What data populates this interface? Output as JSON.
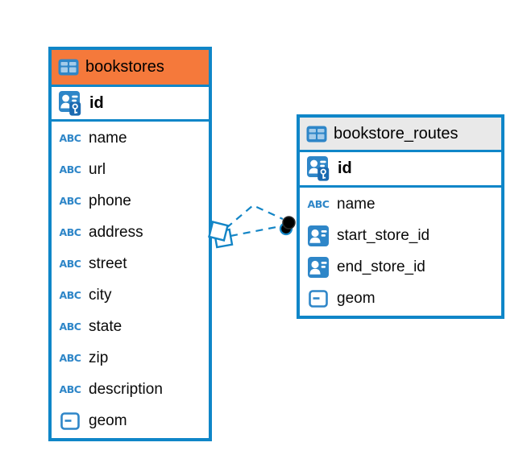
{
  "diagram": {
    "tables": [
      {
        "name": "bookstores",
        "header_color": "#f5793b",
        "primary_key": {
          "name": "id",
          "icon": "primary-key-icon"
        },
        "columns": [
          {
            "name": "name",
            "icon": "text-column-icon"
          },
          {
            "name": "url",
            "icon": "text-column-icon"
          },
          {
            "name": "phone",
            "icon": "text-column-icon"
          },
          {
            "name": "address",
            "icon": "text-column-icon"
          },
          {
            "name": "street",
            "icon": "text-column-icon"
          },
          {
            "name": "city",
            "icon": "text-column-icon"
          },
          {
            "name": "state",
            "icon": "text-column-icon"
          },
          {
            "name": "zip",
            "icon": "text-column-icon"
          },
          {
            "name": "description",
            "icon": "text-column-icon"
          },
          {
            "name": "geom",
            "icon": "geometry-column-icon"
          }
        ]
      },
      {
        "name": "bookstore_routes",
        "header_color": "#e9e9e9",
        "primary_key": {
          "name": "id",
          "icon": "primary-key-icon"
        },
        "columns": [
          {
            "name": "name",
            "icon": "text-column-icon"
          },
          {
            "name": "start_store_id",
            "icon": "reference-column-icon"
          },
          {
            "name": "end_store_id",
            "icon": "reference-column-icon"
          },
          {
            "name": "geom",
            "icon": "geometry-column-icon"
          }
        ]
      }
    ],
    "relationship": {
      "from_table": "bookstores",
      "to_table": "bookstore_routes",
      "line_style": "dashed",
      "line_count": 2,
      "from_marker": "overlapping-diamonds",
      "to_marker": "overlapping-circles",
      "line_color": "#1385c6",
      "to_marker_fill": "#000000"
    },
    "colors": {
      "table_border": "#0f86c8",
      "icon_blue": "#2e86c8",
      "bookstores_header": "#f5793b",
      "routes_header": "#e9e9e9"
    }
  }
}
